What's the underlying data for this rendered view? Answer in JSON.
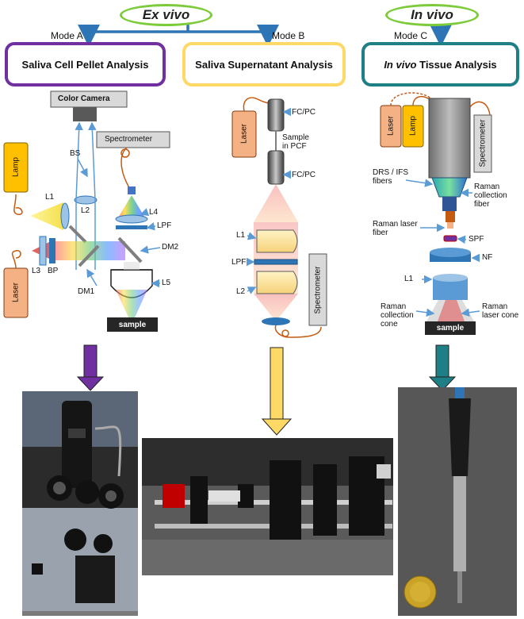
{
  "top": {
    "ex_vivo_label": "Ex vivo",
    "in_vivo_label": "In vivo",
    "mode_a": "Mode A",
    "mode_b": "Mode B",
    "mode_c": "Mode C"
  },
  "panels": {
    "a_title": "Saliva Cell Pellet Analysis",
    "b_title": "Saliva Supernatant  Analysis",
    "c_title_italic": "In vivo",
    "c_title_rest": " Tissue Analysis"
  },
  "mode_a": {
    "color_camera": "Color Camera",
    "spectrometer": "Spectrometer",
    "lamp": "Lamp",
    "laser": "Laser",
    "bs": "BS",
    "l1": "L1",
    "l2": "L2",
    "l3": "L3",
    "l4": "L4",
    "l5": "L5",
    "bp": "BP",
    "lpf": "LPF",
    "dm1": "DM1",
    "dm2": "DM2",
    "sample": "sample"
  },
  "mode_b": {
    "laser": "Laser",
    "fcpc_top": "FC/PC",
    "sample_pcf": "Sample\nin PCF",
    "fcpc_bottom": "FC/PC",
    "l1": "L1",
    "lpf": "LPF",
    "l2": "L2",
    "spectrometer": "Spectrometer"
  },
  "mode_c": {
    "laser": "Laser",
    "lamp": "Lamp",
    "spectrometer": "Spectrometer",
    "drs_ifs": "DRS / IFS\nfibers",
    "raman_collection_fiber": "Raman\ncollection\nfiber",
    "raman_laser_fiber": "Raman laser\nfiber",
    "spf": "SPF",
    "nf": "NF",
    "l1": "L1",
    "raman_collection_cone": "Raman\ncollection\ncone",
    "raman_laser_cone": "Raman\nlaser cone",
    "sample": "sample"
  },
  "colors": {
    "purple": "#7030a0",
    "yellow": "#ffd966",
    "teal": "#1f7f86",
    "green_oval": "#7ccb3a",
    "blue_arrow": "#2e75b6",
    "laser_orange": "#f4b183",
    "lamp_yellow": "#ffc000"
  }
}
